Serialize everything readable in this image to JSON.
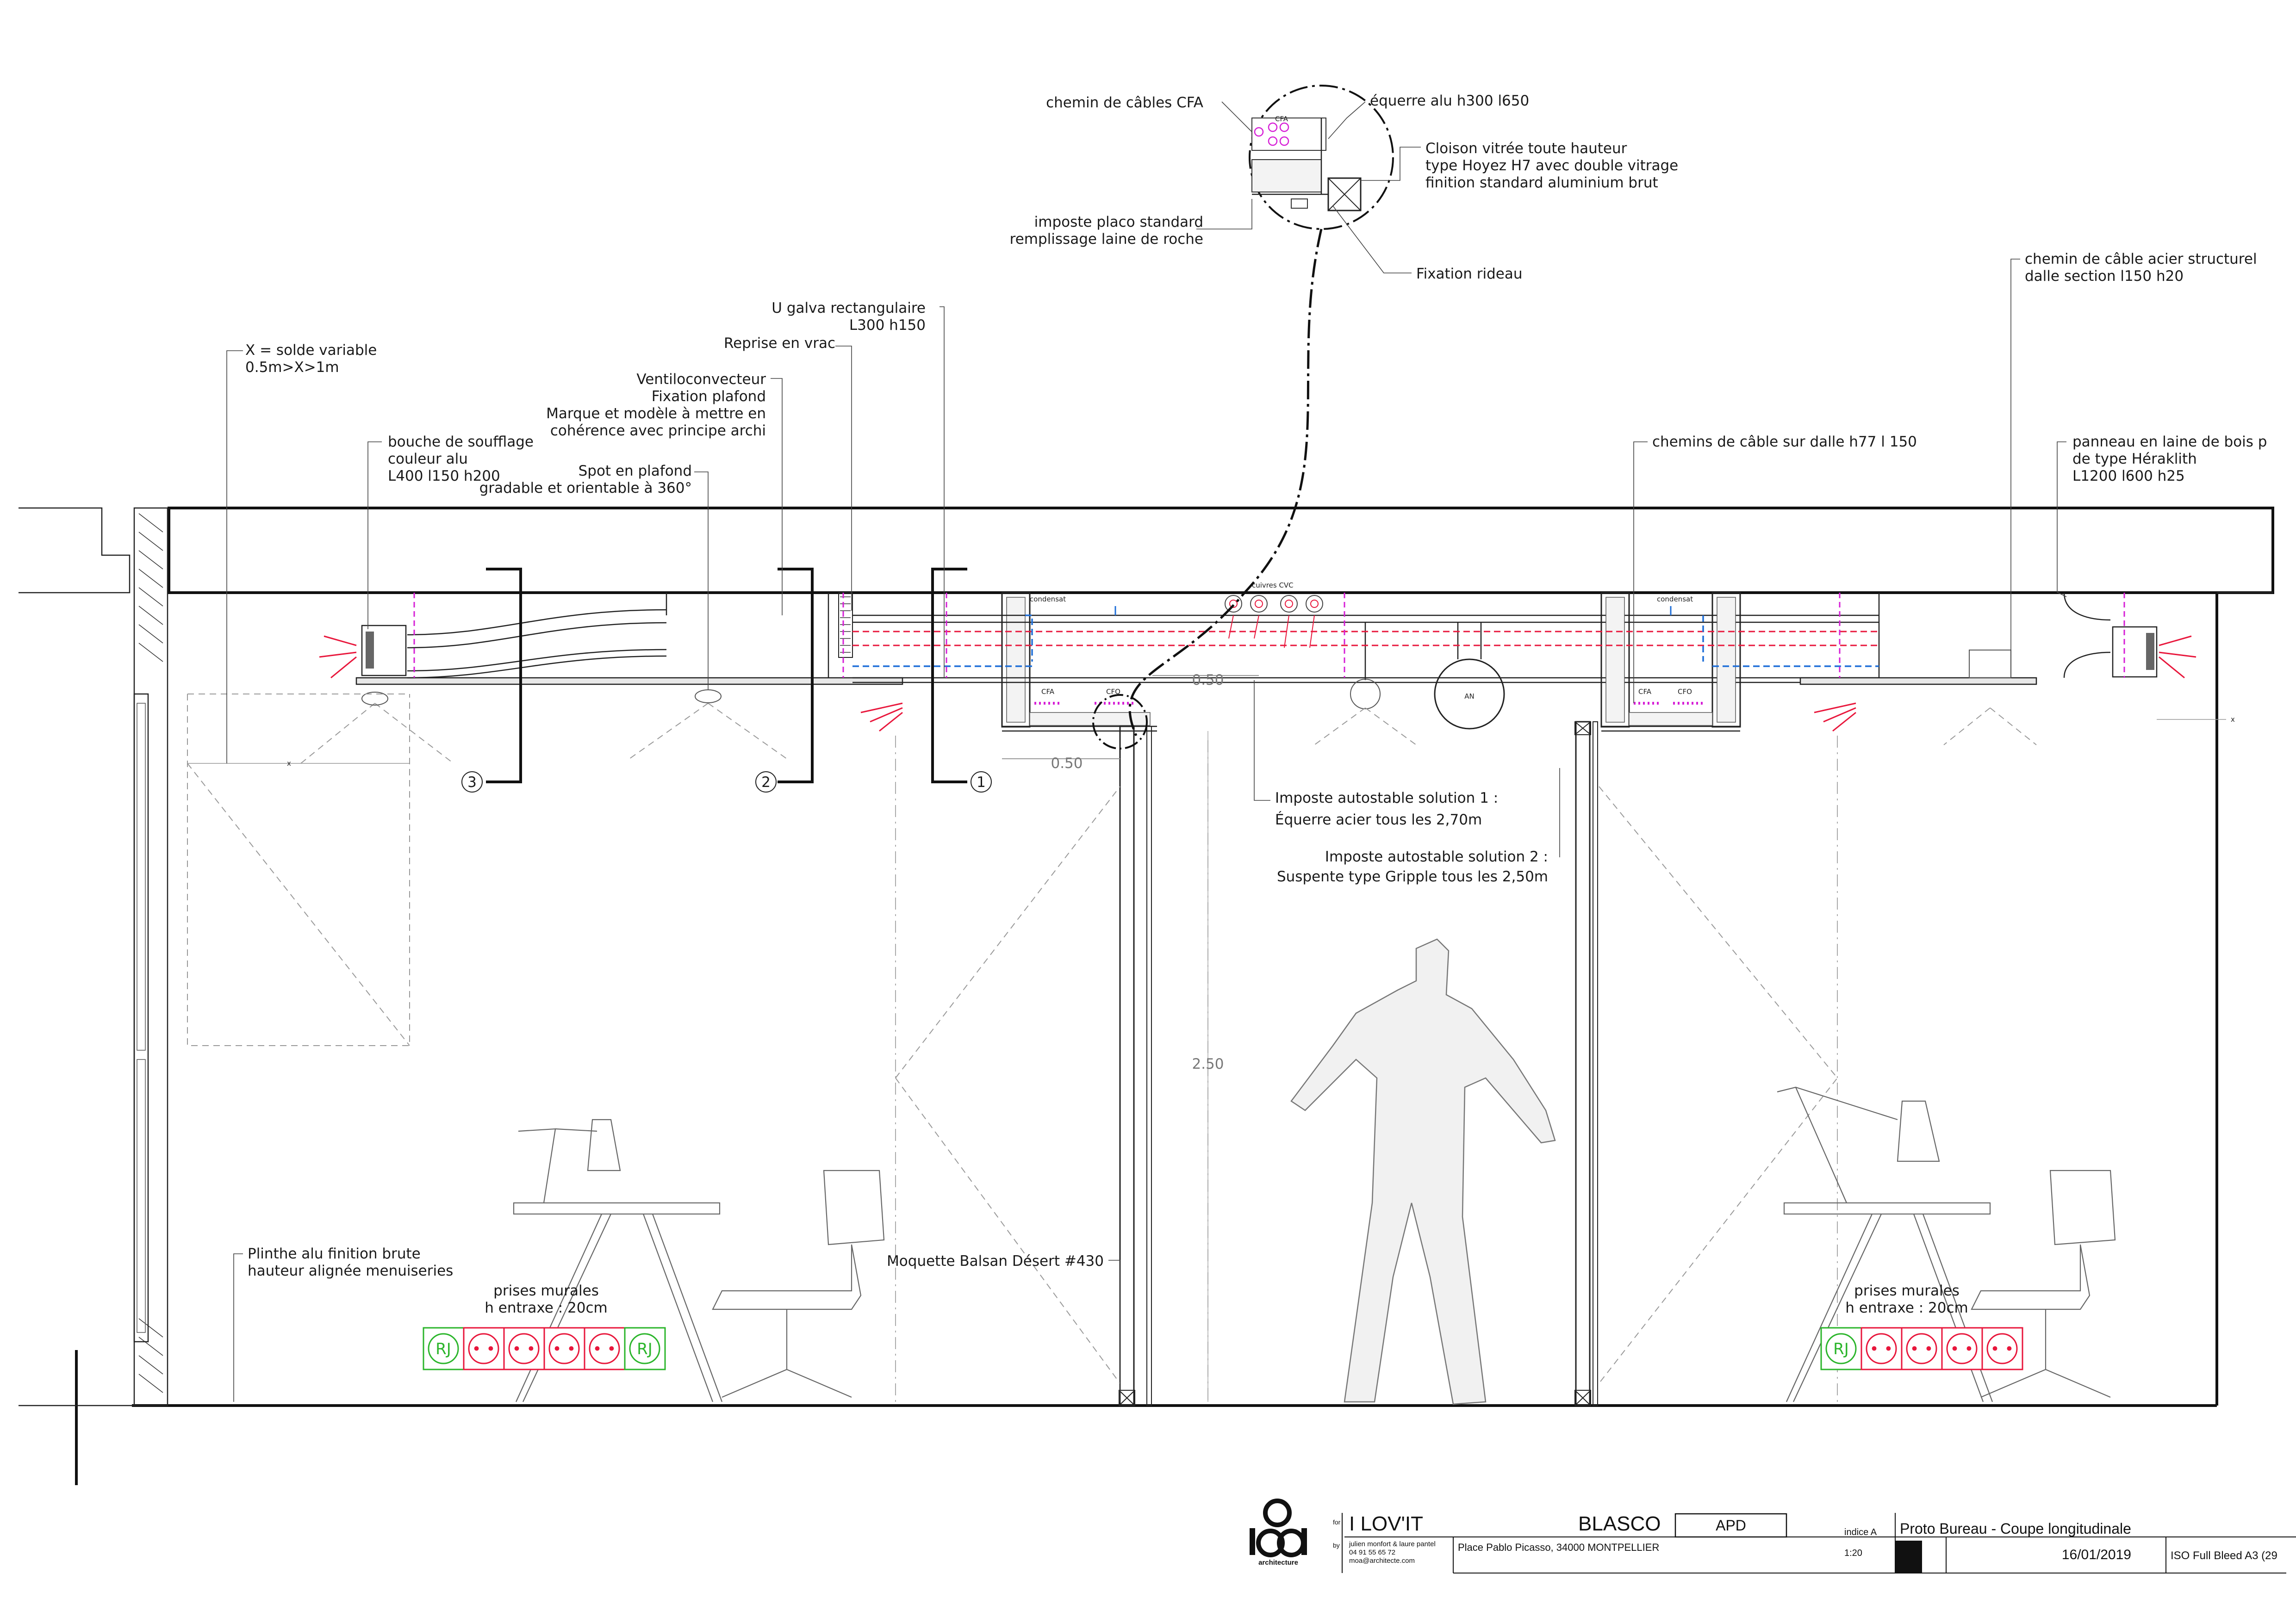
{
  "labels": {
    "chemin_cables_cfa": "chemin de câbles CFA",
    "equerre_alu": "équerre alu h300 l650",
    "cloison_1": "Cloison vitrée toute hauteur",
    "cloison_2": "type Hoyez H7 avec double vitrage",
    "cloison_3": "finition standard aluminium brut",
    "imposte_placo_1": "imposte placo standard",
    "imposte_placo_2": "remplissage laine de roche",
    "fixation_rideau": "Fixation rideau",
    "u_galva_1": "U galva rectangulaire",
    "u_galva_2": "L300 h150",
    "reprise_vrac": "Reprise en vrac",
    "ventilo_1": "Ventiloconvecteur",
    "ventilo_2": "Fixation plafond",
    "ventilo_3": "Marque et modèle à mettre en",
    "ventilo_4": "cohérence avec principe archi",
    "spot_1": "Spot en plafond",
    "spot_2": "gradable et orientable à 360°",
    "x_solde_1": "X = solde variable",
    "x_solde_2": "0.5m>X>1m",
    "bouche_1": "bouche de soufflage",
    "bouche_2": "couleur alu",
    "bouche_3": "L400 l150 h200",
    "chemin_acier_1": "chemin de câble acier structurel",
    "chemin_acier_2": "dalle section l150 h20",
    "chemins_dalle": "chemins de câble sur dalle h77 l 150",
    "panneau_1": "panneau en laine de bois p",
    "panneau_2": "de type Héraklith",
    "panneau_3": "L1200 l600 h25",
    "imposte_sol1_1": "Imposte autostable solution 1 :",
    "imposte_sol1_2": "Équerre acier tous les 2,70m",
    "imposte_sol2_1": "Imposte autostable solution 2 :",
    "imposte_sol2_2": "Suspente type Gripple tous les 2,50m",
    "plinthe_1": "Plinthe alu finition brute",
    "plinthe_2": "hauteur alignée menuiseries",
    "prises_1": "prises murales",
    "prises_2": "h entraxe : 20cm",
    "prises_b1": "prises murales",
    "prises_b2": "h entraxe : 20cm",
    "moquette": "Moquette Balsan Désert #430",
    "condensat_1": "condensat",
    "condensat_2": "condensat",
    "cuivres": "cuivres CVC",
    "cfa_1": "CFA",
    "cfo_1": "CFO",
    "cfa_2": "CFA",
    "cfo_2": "CFO",
    "cfa_detail": "CFA",
    "an": "AN",
    "x_mark": "x",
    "x_mark_right": "x"
  },
  "dimensions": {
    "d050_a": "0.50",
    "d050_b": "0.50",
    "d250": "2.50"
  },
  "markers": [
    "1",
    "2",
    "3"
  ],
  "sockets": {
    "rj": "RJ",
    "power": "• •"
  },
  "title_block": {
    "logo_text": "architecture",
    "for_label": "for",
    "by_label": "by",
    "client": "I LOV'IT",
    "project": "BLASCO",
    "phase": "APD",
    "authors": "julien monfort & laure pantel",
    "phone": "04 91 55 65 72",
    "email": "moa@architecte.com",
    "address": "Place Pablo Picasso, 34000 MONTPELLIER",
    "indice": "indice A",
    "scale": "1:20",
    "drawing_title": "Proto Bureau - Coupe longitudinale",
    "date": "16/01/2019",
    "format": "ISO Full Bleed A3 (29"
  },
  "colors": {
    "magenta": "#d61fd6",
    "red": "#e8173c",
    "blue": "#1f6fd8",
    "green": "#2bb52b"
  }
}
